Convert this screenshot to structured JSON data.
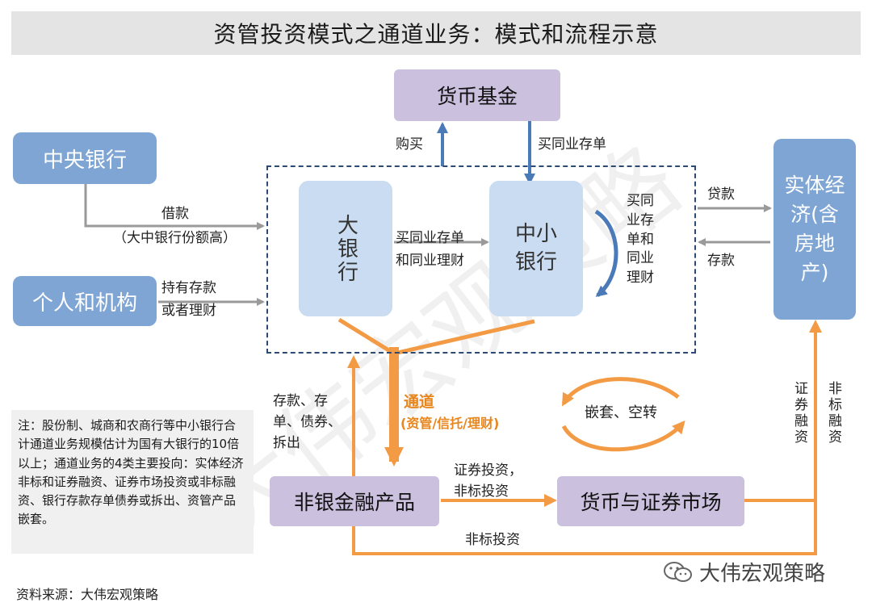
{
  "title": "资管投资模式之通道业务：模式和流程示意",
  "nodes": {
    "money_fund": "货币基金",
    "central_bank": "中央银行",
    "individuals": "个人和机构",
    "big_bank": "大银行",
    "small_bank": "中小银行",
    "real_economy": "实体经济(含房地产)",
    "nonbank": "非银金融产品",
    "securities_market": "货币与证券市场"
  },
  "labels": {
    "buy": "购买",
    "buy_ncd_top": "买同业存单",
    "loan_line1": "借款",
    "loan_line2": "（大中银行份额高）",
    "hold_line1": "持有存款",
    "hold_line2": "或者理财",
    "interbank_line1": "买同业存单",
    "interbank_line2": "和同业理财",
    "cycle_text": "买同业存单和同业理财",
    "lending": "贷款",
    "deposit": "存款",
    "channel": "通道",
    "channel_sub": "(资管/信托/理财)",
    "deposit_bonds_line1": "存款、存",
    "deposit_bonds_line2": "单、债券、",
    "deposit_bonds_line3": "拆出",
    "nesting": "嵌套、空转",
    "sec_invest_line1": "证券投资，",
    "sec_invest_line2": "非标投资",
    "nonstd_invest": "非标投资",
    "sec_financing": "证券融资",
    "nonstd_financing": "非标融资"
  },
  "note": "注：股份制、城商和农商行等中小银行合计通道业务规模估计为国有大银行的10倍以上；通道业务的4类主要投向：实体经济非标和证券融资、证券市场投资或非标融资、银行存款存单债券或拆出、资管产品嵌套。",
  "source": "资料来源：大伟宏观策略",
  "watermark": "大伟宏观策略",
  "watermark_icon": "wechat-icon",
  "colors": {
    "blue_node": "#7ea5d4",
    "light_blue_node": "#c9dcf1",
    "purple_node": "#cbc0de",
    "orange_arrow": "#f39a45",
    "blue_arrow": "#4a7ab8",
    "gray_arrow": "#9a9a9a"
  }
}
